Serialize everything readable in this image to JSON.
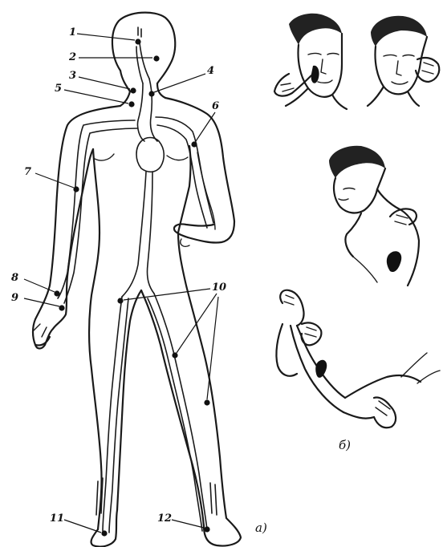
{
  "points": [
    {
      "label": "1"
    },
    {
      "label": "2"
    },
    {
      "label": "3"
    },
    {
      "label": "4"
    },
    {
      "label": "5"
    },
    {
      "label": "6"
    },
    {
      "label": "7"
    },
    {
      "label": "8"
    },
    {
      "label": "9"
    },
    {
      "label": "10"
    },
    {
      "label": "11"
    },
    {
      "label": "12"
    }
  ],
  "panels": {
    "a": "a)",
    "b": "б)"
  },
  "colors": {
    "ink": "#1a1a1a",
    "background": "#ffffff"
  }
}
